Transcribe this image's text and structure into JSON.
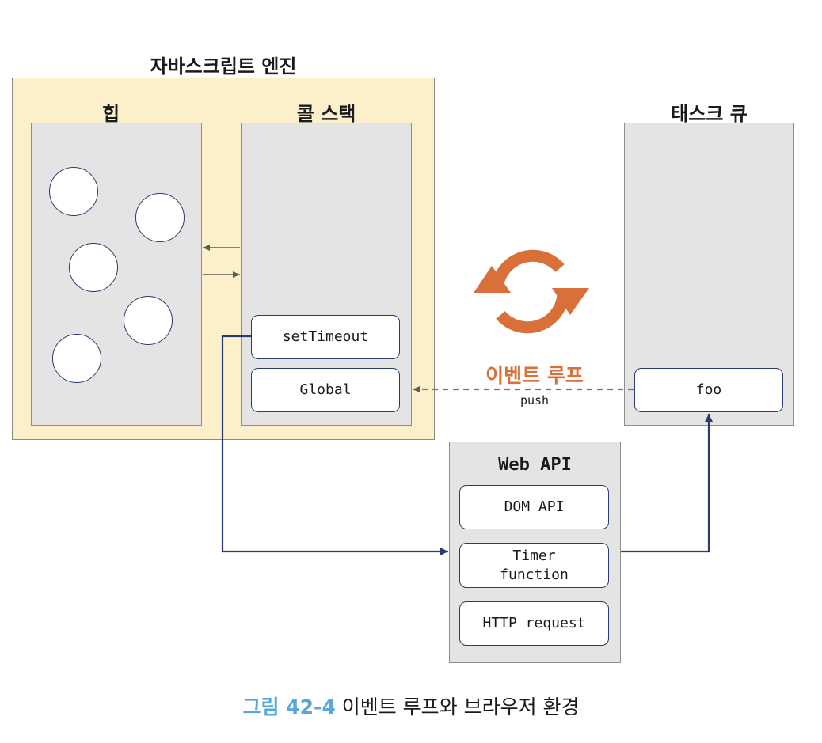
{
  "engine": {
    "title": "자바스크립트 엔진"
  },
  "heap": {
    "title": "힙",
    "objects": 5
  },
  "call_stack": {
    "title": "콜 스택",
    "frames": [
      "setTimeout",
      "Global"
    ]
  },
  "task_queue": {
    "title": "태스크 큐",
    "items": [
      "foo"
    ]
  },
  "event_loop": {
    "label": "이벤트 루프",
    "push_label": "push"
  },
  "web_api": {
    "title": "Web API",
    "items": [
      "DOM API",
      "Timer\nfunction",
      "HTTP request"
    ]
  },
  "caption": {
    "number": "그림 42-4",
    "text": "이벤트 루프와 브라우저 환경"
  },
  "colors": {
    "engine_bg": "#fbf0c9",
    "panel_bg": "#e4e4e4",
    "frame_border": "#2b3b6e",
    "event_loop_orange": "#d9703a",
    "caption_blue": "#58a7d6"
  }
}
